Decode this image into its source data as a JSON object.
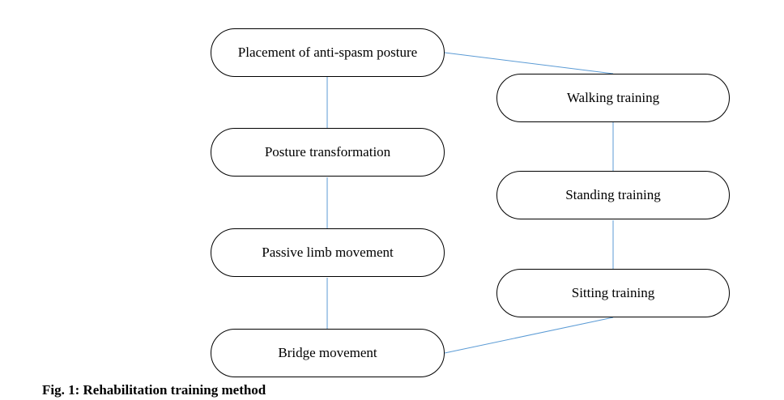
{
  "diagram": {
    "left_column": [
      "Placement of anti-spasm posture",
      "Posture transformation",
      "Passive limb movement",
      "Bridge movement"
    ],
    "right_column": [
      "Walking training",
      "Standing training",
      "Sitting training"
    ],
    "connector_color": "#5b9bd5",
    "edges": [
      [
        "Placement of anti-spasm posture",
        "Posture transformation"
      ],
      [
        "Posture transformation",
        "Passive limb movement"
      ],
      [
        "Passive limb movement",
        "Bridge movement"
      ],
      [
        "Bridge movement",
        "Sitting training"
      ],
      [
        "Sitting training",
        "Standing training"
      ],
      [
        "Standing training",
        "Walking training"
      ],
      [
        "Walking training",
        "Placement of anti-spasm posture"
      ]
    ]
  },
  "caption": "Fig. 1: Rehabilitation training method"
}
